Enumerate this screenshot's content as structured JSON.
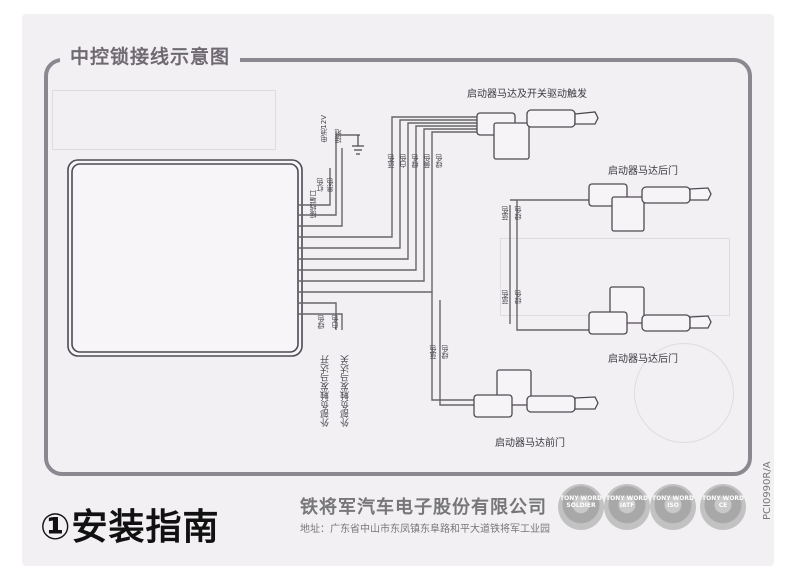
{
  "page": {
    "title": "中控锁接线示意图",
    "guide": "①安装指南",
    "company": "铁将军汽车电子股份有限公司",
    "address": "地址：广东省中山市东凤镇东阜路和平大道铁将军工业园",
    "model": "PCI0990R/A"
  },
  "colors": {
    "paper": "#f3f0f4",
    "frame": "#8c8890",
    "wire": "#777777",
    "seal": "#a8a8a8"
  },
  "diagram": {
    "power_labels": [
      "红色",
      "黑色",
      "电池12V",
      "接地"
    ],
    "main_labels": [
      "红色",
      "黑色",
      "电池12V",
      "接地"
    ],
    "motor_labels": {
      "trigger": "启动器马达及开关驱动触发",
      "rear_door": "启动器马达后门",
      "rear_door_2": "启动器马达后门",
      "front_door": "启动器马达前门"
    },
    "wire_labels": {
      "trigger_wires": [
        "蓝色",
        "白色",
        "绿色",
        "黄色",
        "绿色"
      ],
      "rear_wires": [
        "蓝色",
        "绿色"
      ],
      "lower_wires": [
        "蓝色",
        "绿色"
      ],
      "front_wires": [
        "蓝色",
        "绿色"
      ],
      "external_wires": [
        "绿色",
        "白色"
      ],
      "connector_label": "接线端口"
    },
    "external_labels": {
      "open": "外部负触发马达开",
      "close": "外部负触发马达关"
    }
  },
  "seals": [
    {
      "text": "TONY WORD\nSOLDIER",
      "icon": "certification-seal-icon"
    },
    {
      "text": "TONY WORD\nIATF",
      "icon": "certification-seal-icon"
    },
    {
      "text": "TONY WORD\nISO",
      "icon": "certification-seal-icon"
    },
    {
      "text": "TONY WORD\nCE",
      "icon": "certification-seal-icon"
    }
  ]
}
